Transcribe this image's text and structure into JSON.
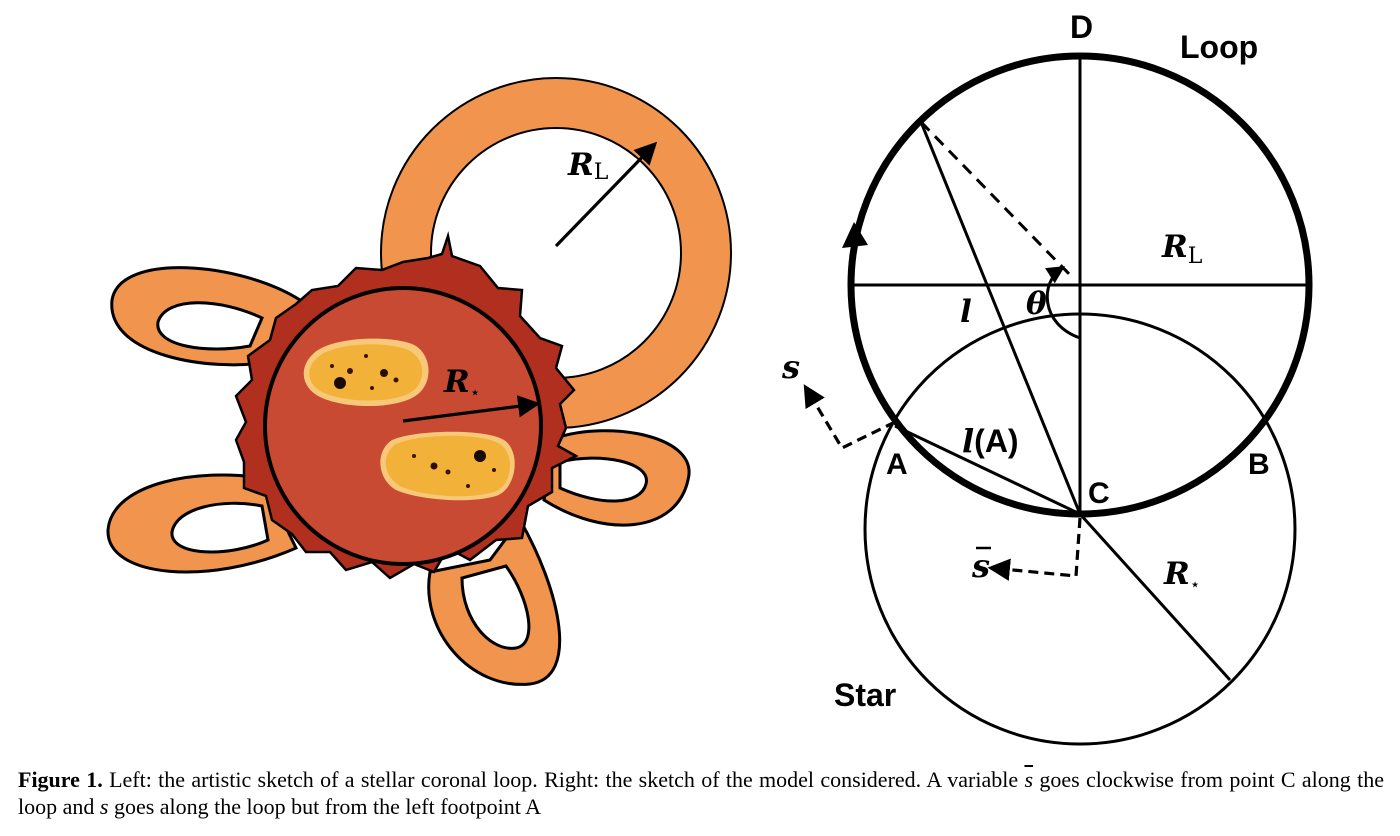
{
  "figure": {
    "left": {
      "label_loop_radius": "R",
      "label_loop_radius_sub": "L",
      "label_star_radius": "R",
      "label_star_radius_sub": "⋆"
    },
    "right": {
      "label_D": "D",
      "label_loop": "Loop",
      "label_RL": "R",
      "label_RL_sub": "L",
      "label_theta": "θ",
      "label_l": "l",
      "label_s": "s",
      "label_lA_italic": "l",
      "label_lA_rest": "(A)",
      "label_A": "A",
      "label_B": "B",
      "label_C": "C",
      "label_sbar": "s",
      "label_Rstar": "R",
      "label_Rstar_sub": "⋆",
      "label_star": "Star"
    },
    "colors": {
      "loop_orange": "#F0944E",
      "corona_red": "#B02F1E",
      "star_disk": "#C84A33",
      "spot_yellow": "#F2B23A",
      "spot_rim": "#F7C87A",
      "ink": "#000000"
    }
  },
  "caption": {
    "label": "Figure 1.",
    "part1": " Left: the artistic sketch of a stellar coronal loop. Right: the sketch of the model considered. A variable ",
    "var1": "s",
    "part2": " goes clockwise from point C along the loop and ",
    "var2": "s",
    "part3": " goes along the loop but from the left footpoint A"
  }
}
